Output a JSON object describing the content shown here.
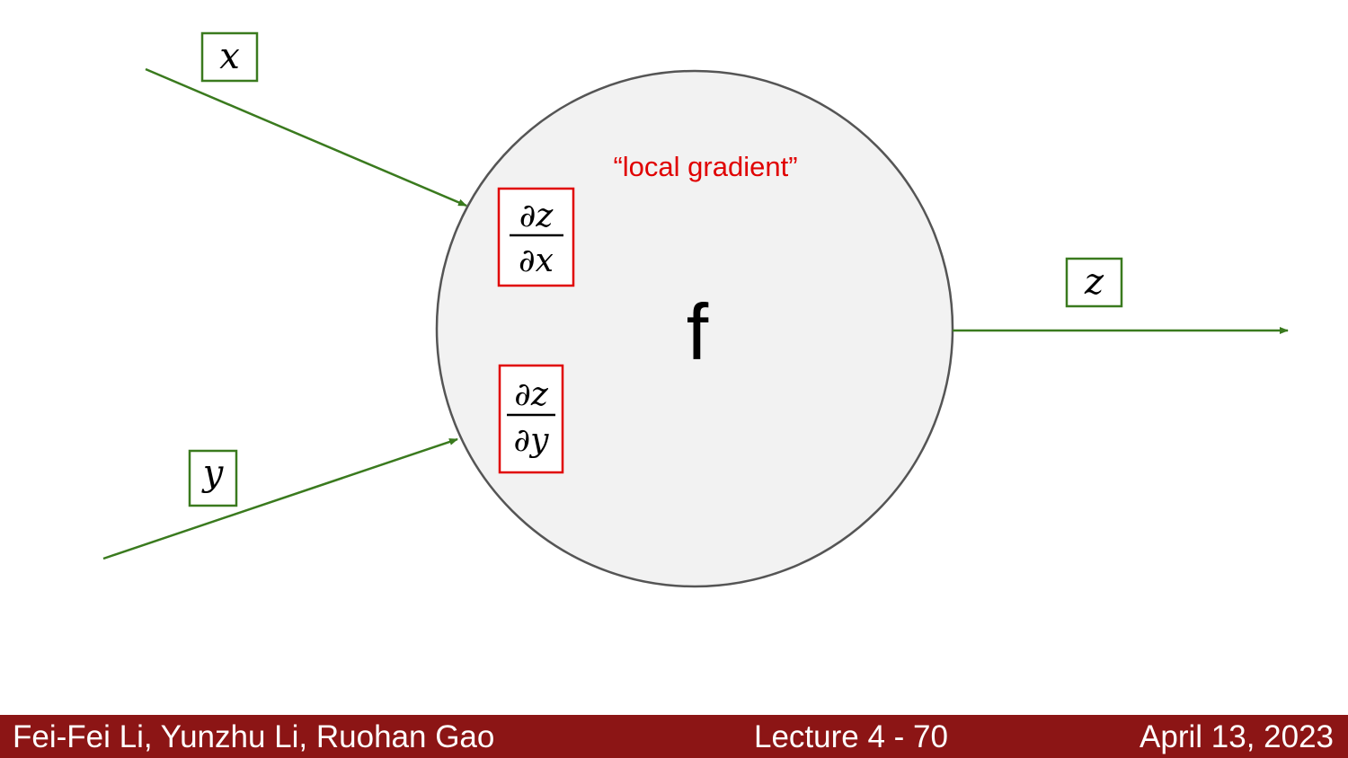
{
  "diagram": {
    "node_label": "f",
    "annotation": "“local gradient”",
    "inputs": {
      "x": "x",
      "y": "y"
    },
    "output": {
      "z": "z"
    },
    "local_gradients": {
      "dz_dx": {
        "numerator": "∂z",
        "denominator": "∂x"
      },
      "dz_dy": {
        "numerator": "∂z",
        "denominator": "∂y"
      }
    },
    "colors": {
      "edge": "#3a7a1e",
      "highlight": "#e00000",
      "node_fill": "#f2f2f2",
      "node_stroke": "#555555"
    }
  },
  "footer": {
    "authors": "Fei-Fei Li, Yunzhu Li, Ruohan Gao",
    "lecture": "Lecture 4 - 70",
    "date": "April 13, 2023"
  }
}
